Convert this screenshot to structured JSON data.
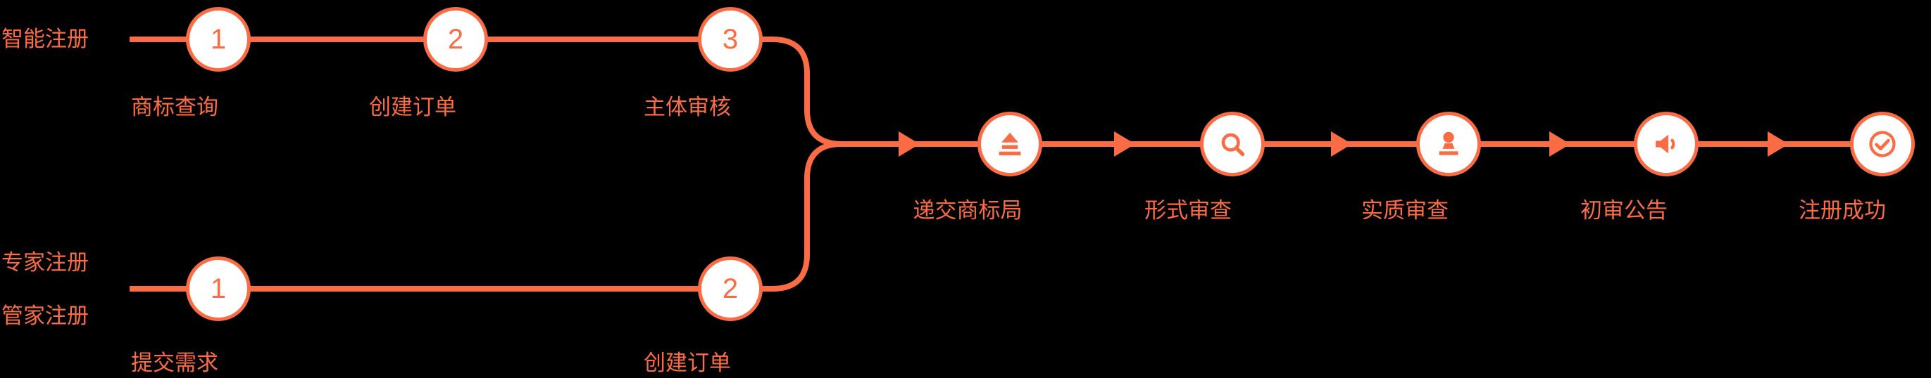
{
  "colors": {
    "accent": "#FB6C44",
    "background": "#000000",
    "node_fill": "#FFFFFF"
  },
  "tracks": {
    "smart": {
      "label": "智能注册",
      "steps": [
        {
          "number": "1",
          "label": "商标查询"
        },
        {
          "number": "2",
          "label": "创建订单"
        },
        {
          "number": "3",
          "label": "主体审核"
        }
      ]
    },
    "expert": {
      "labels": [
        "专家注册",
        "管家注册"
      ],
      "steps": [
        {
          "number": "1",
          "label": "提交需求"
        },
        {
          "number": "2",
          "label": "创建订单"
        }
      ]
    }
  },
  "main_flow": {
    "steps": [
      {
        "icon": "stamp-upload-icon",
        "label": "递交商标局"
      },
      {
        "icon": "search-icon",
        "label": "形式审查"
      },
      {
        "icon": "seal-icon",
        "label": "实质审查"
      },
      {
        "icon": "speaker-icon",
        "label": "初审公告"
      },
      {
        "icon": "check-circle-icon",
        "label": "注册成功"
      }
    ]
  }
}
